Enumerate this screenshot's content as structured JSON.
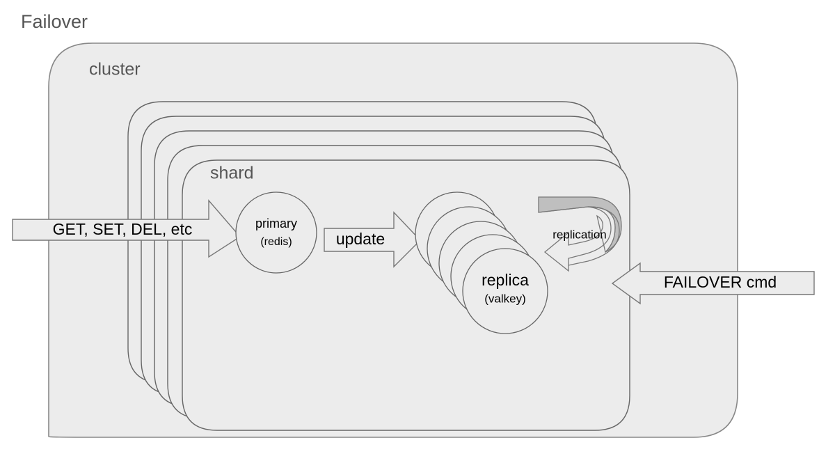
{
  "diagram": {
    "title": "Failover",
    "groups": {
      "cluster_label": "cluster",
      "shard_label": "shard"
    },
    "nodes": {
      "primary": {
        "name": "primary",
        "engine": "(redis)"
      },
      "replica": {
        "name": "replica",
        "engine": "(valkey)"
      }
    },
    "arrows": {
      "client_commands": "GET, SET, DEL, etc",
      "update": "update",
      "replication": "replication",
      "failover_cmd": "FAILOVER cmd"
    },
    "colors": {
      "panel_fill": "#ececec",
      "panel_stroke": "#888888",
      "shard_stroke": "#666666",
      "replication_band": "#bfbfbf",
      "label_gray": "#555555",
      "text_black": "#000000",
      "page_background": "#ffffff"
    },
    "counts": {
      "shard_stack": 5,
      "replica_stack": 5
    }
  }
}
